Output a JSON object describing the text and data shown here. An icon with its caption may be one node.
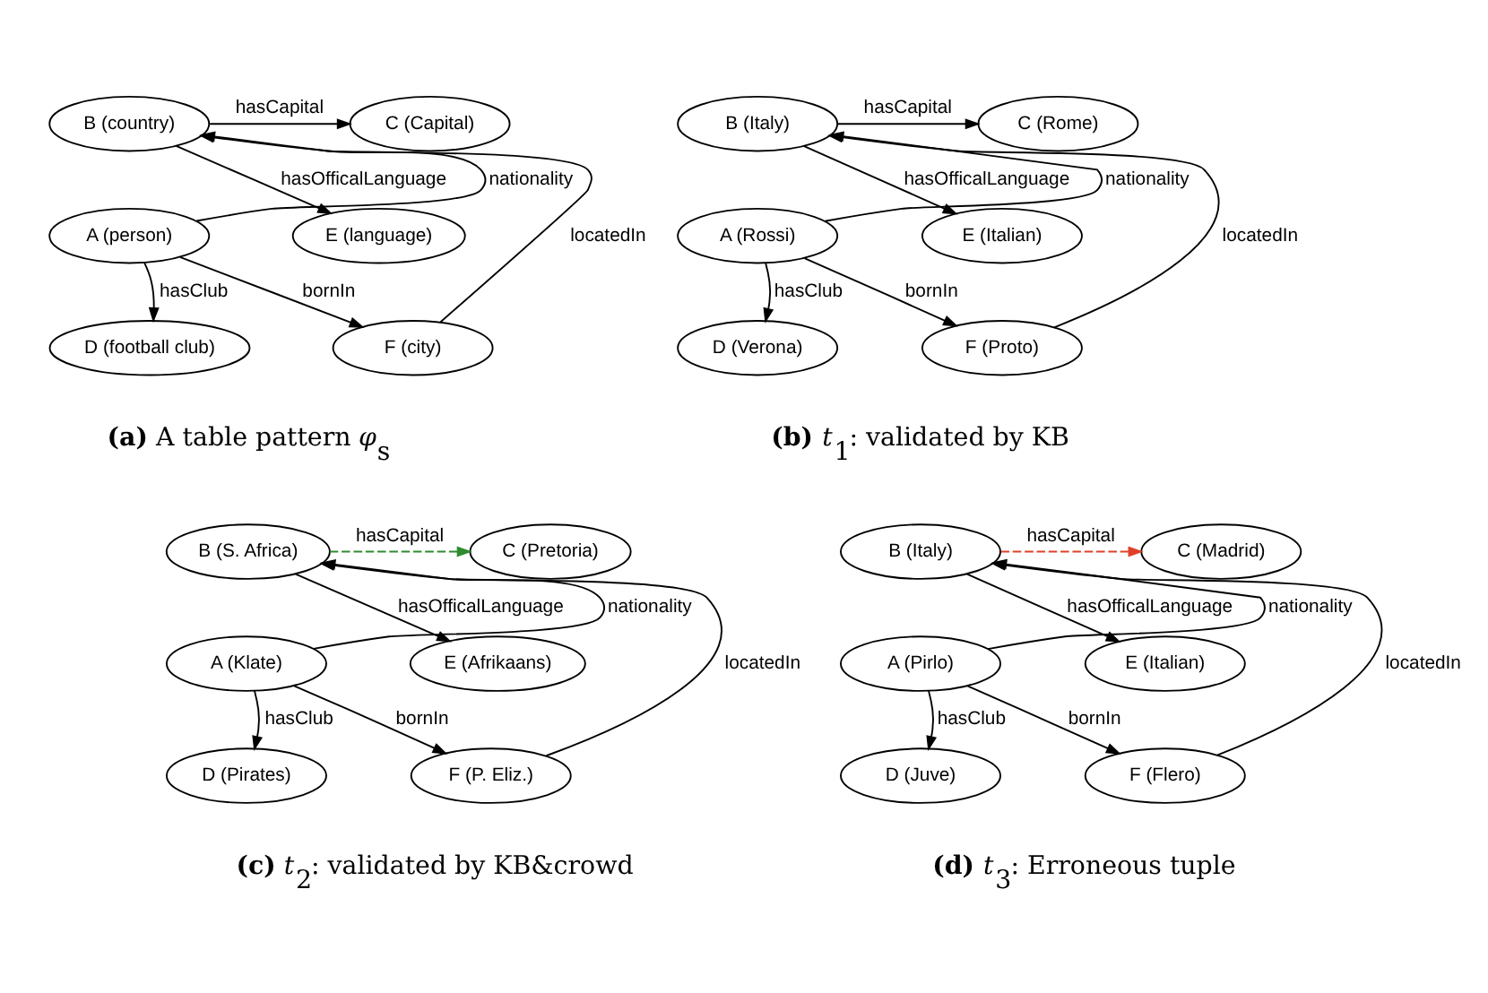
{
  "diagram": {
    "nodes": [
      {
        "text": [
          "B (country)"
        ]
      },
      {
        "text": [
          "C (Capital)"
        ]
      },
      {
        "text": [
          "A (person)"
        ]
      },
      {
        "text": [
          "E (language)"
        ]
      },
      {
        "text": [
          "D (football club)"
        ]
      },
      {
        "text": [
          "F (city)"
        ]
      },
      {
        "text": [
          "B (Italy)"
        ]
      },
      {
        "text": [
          "C (Rome)"
        ]
      },
      {
        "text": [
          "A (Rossi)"
        ]
      },
      {
        "text": [
          "E (Italian)"
        ]
      },
      {
        "text": [
          "D (Verona)"
        ]
      },
      {
        "text": [
          "F (Proto)"
        ]
      },
      {
        "text": [
          "B (S. Africa)"
        ]
      },
      {
        "text": [
          "C (Pretoria)"
        ]
      },
      {
        "text": [
          "A (Klate)"
        ]
      },
      {
        "text": [
          "E (Afrikaans)"
        ]
      },
      {
        "text": [
          "D (Pirates)"
        ]
      },
      {
        "text": [
          "F (P. Eliz.)"
        ]
      },
      {
        "text": [
          "B (Italy)"
        ]
      },
      {
        "text": [
          "C (Madrid)"
        ]
      },
      {
        "text": [
          "A (Pirlo)"
        ]
      },
      {
        "text": [
          "E (Italian)"
        ]
      },
      {
        "text": [
          "D (Juve)"
        ]
      },
      {
        "text": [
          "F (Flero)"
        ]
      }
    ],
    "edges": [
      {
        "from": 0,
        "to": 1,
        "arrow": "to",
        "label": "hasCapital"
      },
      {
        "from": 0,
        "to": 3,
        "arrow": "to",
        "label": "hasOfficalLanguage"
      },
      {
        "from": 2,
        "to": 0,
        "arrow": "to",
        "label": "nationality"
      },
      {
        "from": 2,
        "to": 4,
        "arrow": "to",
        "label": "hasClub"
      },
      {
        "from": 2,
        "to": 5,
        "arrow": "to",
        "label": "bornIn"
      },
      {
        "from": 5,
        "to": 0,
        "arrow": "to",
        "label": "locatedIn"
      },
      {
        "from": 6,
        "to": 7,
        "arrow": "to",
        "label": "hasCapital"
      },
      {
        "from": 6,
        "to": 9,
        "arrow": "to",
        "label": "hasOfficalLanguage"
      },
      {
        "from": 8,
        "to": 6,
        "arrow": "to",
        "label": "nationality"
      },
      {
        "from": 8,
        "to": 10,
        "arrow": "to",
        "label": "hasClub"
      },
      {
        "from": 8,
        "to": 11,
        "arrow": "to",
        "label": "bornIn"
      },
      {
        "from": 11,
        "to": 6,
        "arrow": "to",
        "label": "locatedIn"
      },
      {
        "from": 12,
        "to": 13,
        "arrow": "to",
        "label": "hasCapital",
        "style": "dashed",
        "color": "#2e8b2e"
      },
      {
        "from": 12,
        "to": 15,
        "arrow": "to",
        "label": "hasOfficalLanguage"
      },
      {
        "from": 14,
        "to": 12,
        "arrow": "to",
        "label": "nationality"
      },
      {
        "from": 14,
        "to": 16,
        "arrow": "to",
        "label": "hasClub"
      },
      {
        "from": 14,
        "to": 17,
        "arrow": "to",
        "label": "bornIn"
      },
      {
        "from": 17,
        "to": 12,
        "arrow": "to",
        "label": "locatedIn"
      },
      {
        "from": 18,
        "to": 19,
        "arrow": "to",
        "label": "hasCapital",
        "style": "dashed",
        "color": "#e0402a"
      },
      {
        "from": 18,
        "to": 21,
        "arrow": "to",
        "label": "hasOfficalLanguage"
      },
      {
        "from": 20,
        "to": 18,
        "arrow": "to",
        "label": "nationality"
      },
      {
        "from": 20,
        "to": 22,
        "arrow": "to",
        "label": "hasClub"
      },
      {
        "from": 20,
        "to": 23,
        "arrow": "to",
        "label": "bornIn"
      },
      {
        "from": 23,
        "to": 18,
        "arrow": "to",
        "label": "locatedIn"
      }
    ],
    "labels": [
      "**(a)** A table pattern *φ*$_{s}$",
      "**(b)** *t*$_{1}$: validated by KB",
      "**(c)** *t*$_{2}$: validated by KB&crowd",
      "**(d)** *t*$_{3}$: Erroneous tuple"
    ]
  }
}
